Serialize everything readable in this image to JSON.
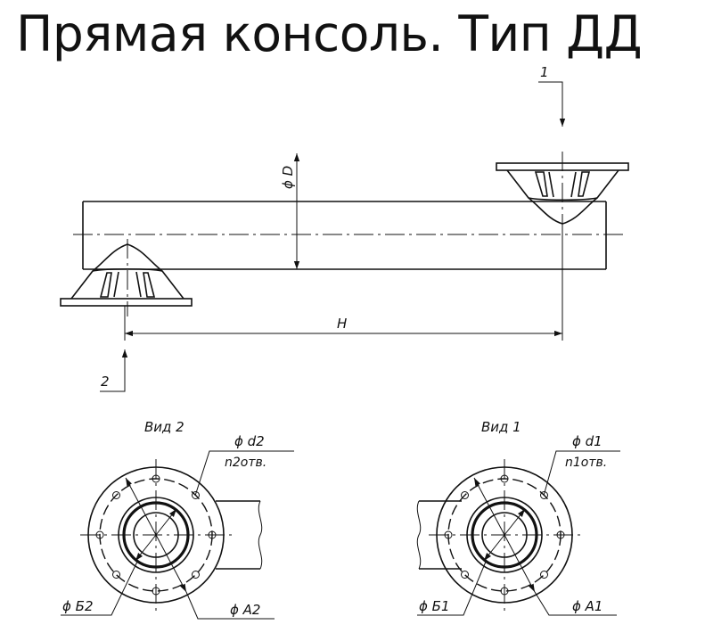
{
  "title": "Прямая консоль. Тип ДД",
  "labels": {
    "dim_D": "ϕ D",
    "dim_H": "H",
    "arrow_1": "1",
    "arrow_2": "2",
    "view_2": "Вид 2",
    "view_1": "Вид 1",
    "d2": "ϕ d2",
    "n2": "n2отв.",
    "d1": "ϕ d1",
    "n1": "n1отв.",
    "B2": "ϕ Б2",
    "A2": "ϕ A2",
    "B1": "ϕ Б1",
    "A1": "ϕ A1"
  }
}
